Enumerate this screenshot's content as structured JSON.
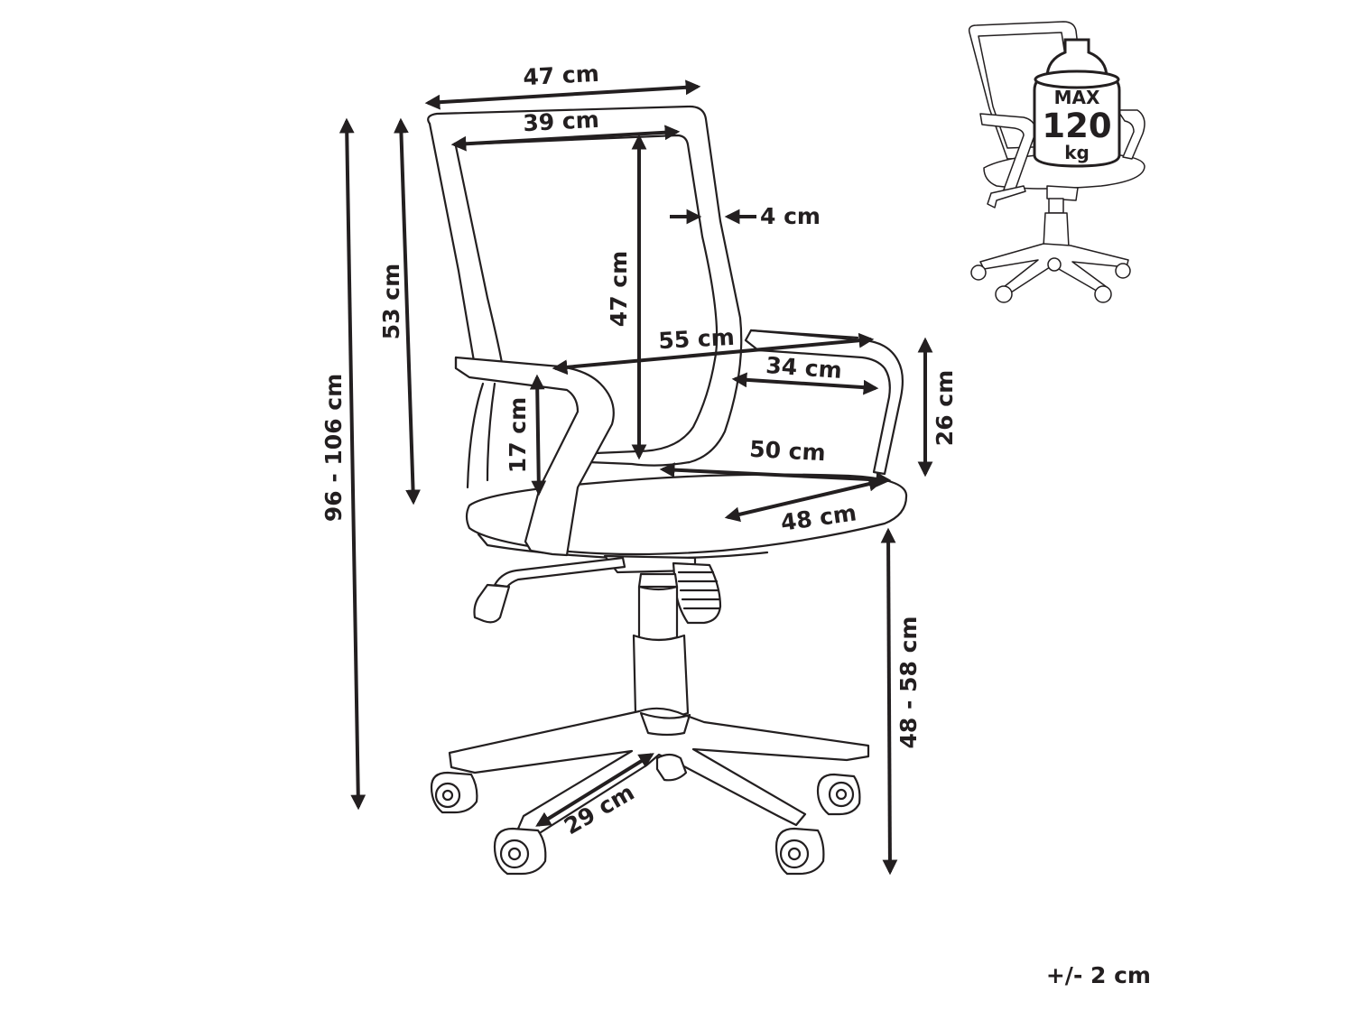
{
  "colors": {
    "line": "#231f20",
    "background": "#ffffff"
  },
  "dimensions": {
    "top_width": "47 cm",
    "inner_back_width": "39 cm",
    "frame_thickness": "4 cm",
    "back_height_inner": "47 cm",
    "back_height": "53 cm",
    "total_height": "96 - 106 cm",
    "total_width": "55 cm",
    "armrest_length": "34 cm",
    "armrest_height_right": "26 cm",
    "armrest_height_left": "17 cm",
    "seat_width": "50 cm",
    "seat_depth": "48 cm",
    "seat_height": "48 - 58 cm",
    "base_leg": "29 cm"
  },
  "weight_badge": {
    "top": "MAX",
    "value": "120",
    "unit": "kg"
  },
  "tolerance": "+/- 2 cm"
}
